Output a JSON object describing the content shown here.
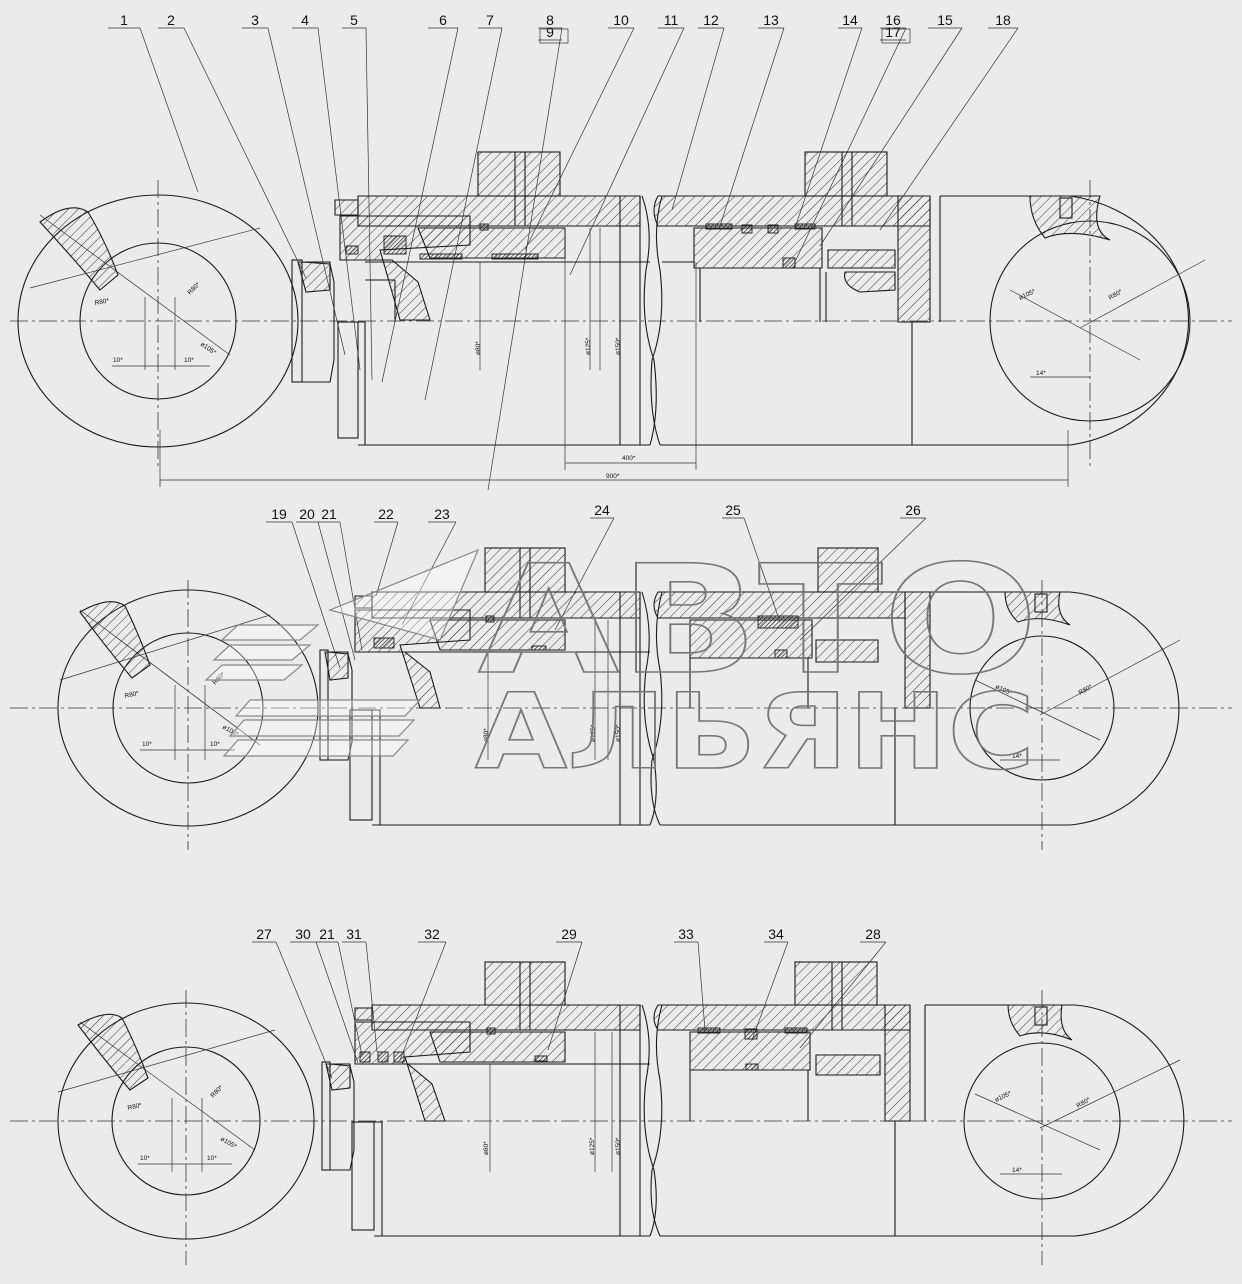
{
  "callouts": {
    "view1": [
      "1",
      "2",
      "3",
      "4",
      "5",
      "6",
      "7",
      "8",
      "9",
      "10",
      "11",
      "12",
      "13",
      "14",
      "16",
      "17",
      "15",
      "18"
    ],
    "view2": [
      "19",
      "20",
      "21",
      "22",
      "23",
      "24",
      "25",
      "26"
    ],
    "view3": [
      "27",
      "30",
      "21",
      "31",
      "32",
      "29",
      "33",
      "34",
      "28"
    ]
  },
  "dims": {
    "r80": "R80*",
    "d105": "ø105*",
    "d80": "ø80*",
    "d125": "ø125*",
    "d150": "ø150*",
    "ten": "10*",
    "fourteen": "14*",
    "len400": "400*",
    "len900": "900*"
  },
  "watermark": {
    "line1": "АВТО",
    "line2": "АЛЬЯНС"
  },
  "colors": {
    "background": "#ebebeb",
    "line": "#1a1a1a"
  }
}
